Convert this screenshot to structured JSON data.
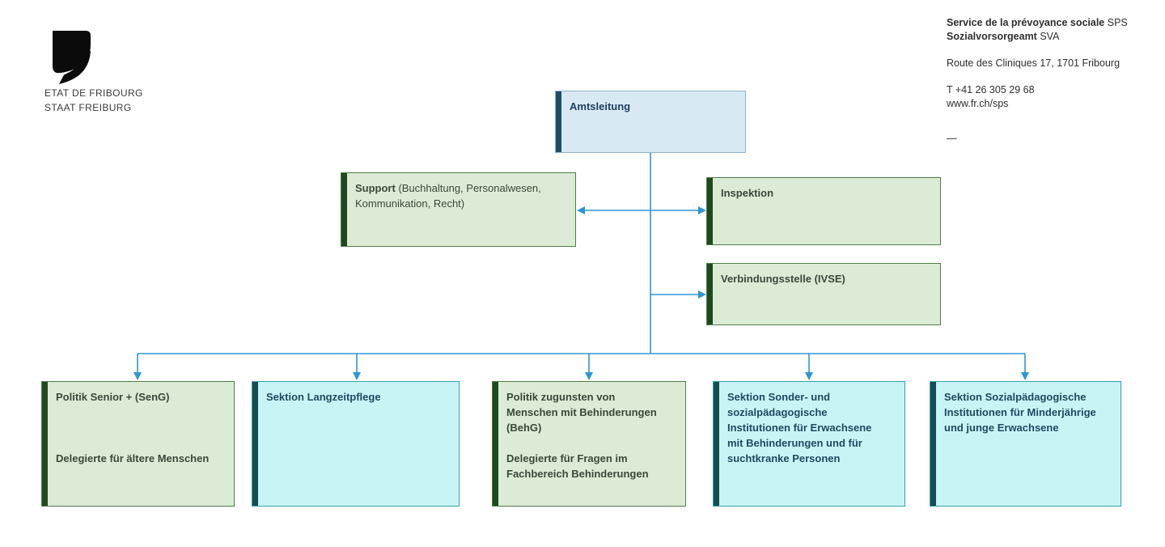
{
  "logo": {
    "line1": "ETAT DE FRIBOURG",
    "line2": "STAAT FREIBURG"
  },
  "header": {
    "org_fr_bold": "Service de la prévoyance sociale",
    "org_fr_abbr": " SPS",
    "org_de_bold": "Sozialvorsorgeamt",
    "org_de_abbr": " SVA",
    "address": "Route des Cliniques 17, 1701 Fribourg",
    "phone": "T +41 26 305 29 68",
    "website": "www.fr.ch/sps",
    "dash": "—"
  },
  "org": {
    "root": {
      "title": "Amtsleitung"
    },
    "support": {
      "bold": "Support",
      "rest": " (Buchhaltung, Personalwesen, Kommunikation, Recht)"
    },
    "inspektion": {
      "title": "Inspektion"
    },
    "verbindungsstelle": {
      "title": "Verbindungsstelle (IVSE)"
    },
    "bottom": [
      {
        "title": "Politik Senior + (SenG)",
        "subtitle": "Delegierte für ältere Menschen",
        "style": "green"
      },
      {
        "title": "Sektion Langzeitpflege",
        "subtitle": "",
        "style": "cyan"
      },
      {
        "title": "Politik zugunsten von Menschen mit Behinderungen (BehG)",
        "subtitle": "Delegierte für Fragen im Fachbereich Behinderungen",
        "style": "green"
      },
      {
        "title": "Sektion Sonder- und sozialpädagogische Institutionen für Erwachsene mit Behinderungen und für suchtkranke Personen",
        "subtitle": "",
        "style": "cyan"
      },
      {
        "title": "Sektion Sozialpädagogische Institutionen für Minderjährige und junge Erwachsene",
        "subtitle": "",
        "style": "cyan"
      }
    ]
  },
  "colors": {
    "connector": "#2E96D2",
    "blue_fill": "#D9E9F3",
    "blue_border": "#8DB4CC",
    "blue_bar": "#1E4E63",
    "blue_text": "#1F3E5E",
    "green_fill": "#DBEBD5",
    "green_border": "#4F7D45",
    "green_bar": "#1E491F",
    "green_text": "#3C483A",
    "cyan_fill": "#C9F4F6",
    "cyan_border": "#35A0AD",
    "cyan_bar": "#134E50",
    "cyan_text": "#1F4A5F",
    "logo_black": "#0B0B0B",
    "header_text": "#2F2F2F"
  }
}
